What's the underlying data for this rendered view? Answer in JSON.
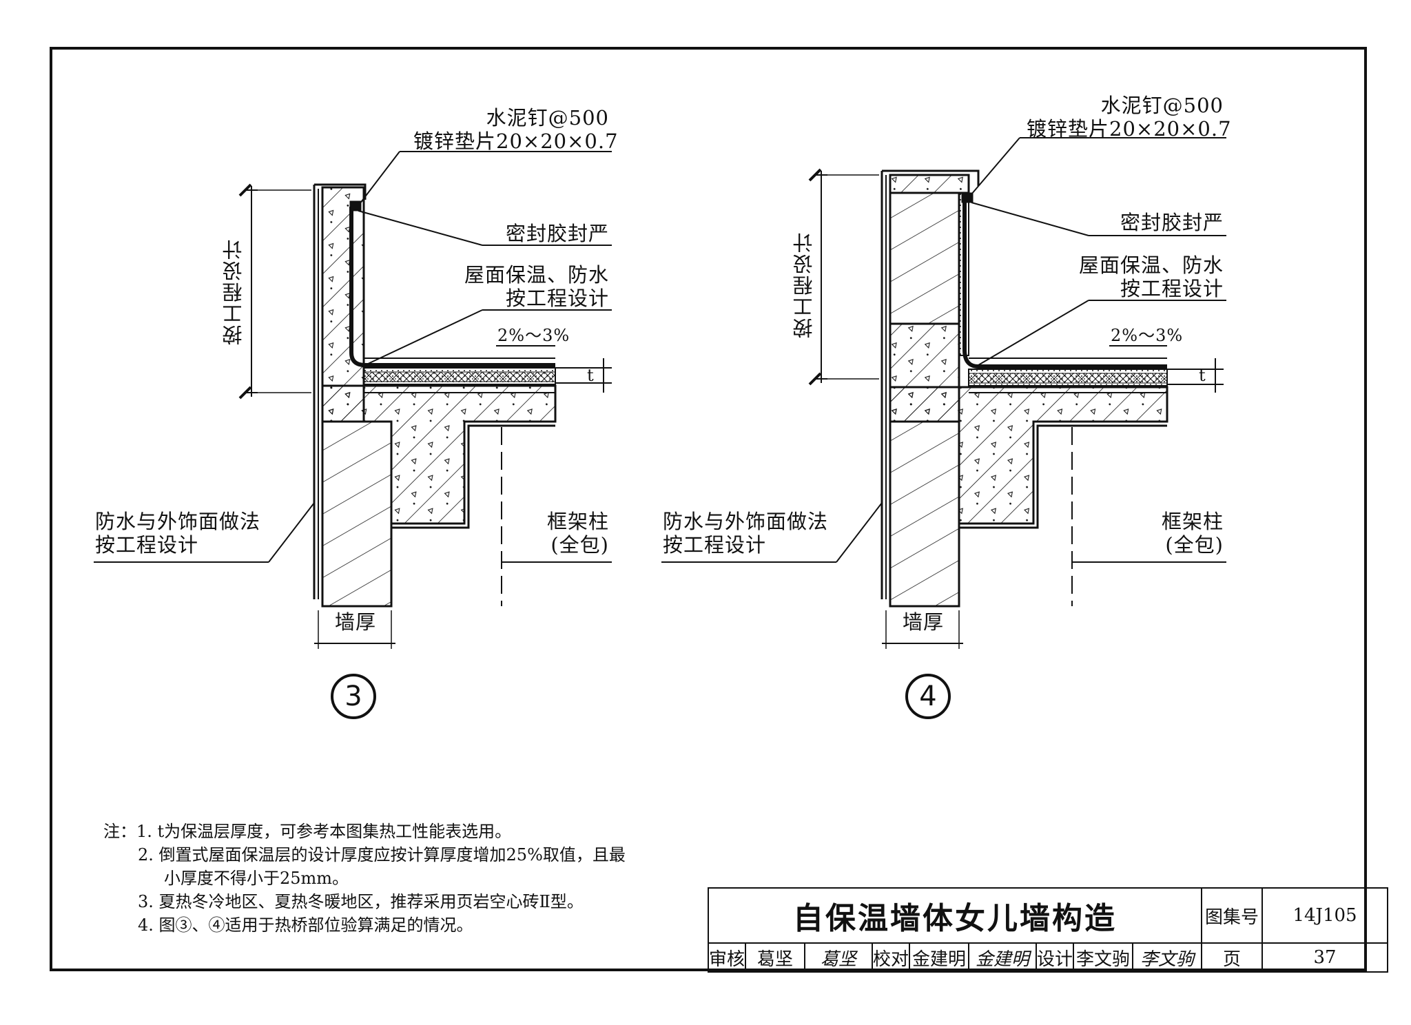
{
  "details": [
    {
      "id": "3",
      "callouts": {
        "nail_line1": "水泥钉@500",
        "nail_line2": "镀锌垫片20×20×0.7",
        "sealant": "密封胶封严",
        "roof_line1": "屋面保温、防水",
        "roof_line2": "按工程设计",
        "slope": "2%～3%",
        "thickness": "t",
        "height_dim": "按工程设计",
        "facade_line1": "防水与外饰面做法",
        "facade_line2": "按工程设计",
        "column_line1": "框架柱",
        "column_line2": "(全包)",
        "wall_dim": "墙厚"
      }
    },
    {
      "id": "4",
      "callouts": {
        "nail_line1": "水泥钉@500",
        "nail_line2": "镀锌垫片20×20×0.7",
        "sealant": "密封胶封严",
        "roof_line1": "屋面保温、防水",
        "roof_line2": "按工程设计",
        "slope": "2%～3%",
        "thickness": "t",
        "height_dim": "按工程设计",
        "facade_line1": "防水与外饰面做法",
        "facade_line2": "按工程设计",
        "column_line1": "框架柱",
        "column_line2": "(全包)",
        "wall_dim": "墙厚"
      }
    }
  ],
  "notes": {
    "prefix": "注：",
    "items": [
      "1. t为保温层厚度，可参考本图集热工性能表选用。",
      "2. 倒置式屋面保温层的设计厚度应按计算厚度增加25%取值，且最",
      "小厚度不得小于25mm。",
      "3. 夏热冬冷地区、夏热冬暖地区，推荐采用页岩空心砖Ⅱ型。",
      "4. 图③、④适用于热桥部位验算满足的情况。"
    ]
  },
  "title_block": {
    "title": "自保温墙体女儿墙构造",
    "atlas_label": "图集号",
    "atlas_no": "14J105",
    "review_label": "审核",
    "review_name": "葛坚",
    "review_sig": "葛坚",
    "check_label": "校对",
    "check_name": "金建明",
    "check_sig": "金建明",
    "design_label": "设计",
    "design_name": "李文驹",
    "design_sig": "李文驹",
    "page_label": "页",
    "page_no": "37"
  }
}
